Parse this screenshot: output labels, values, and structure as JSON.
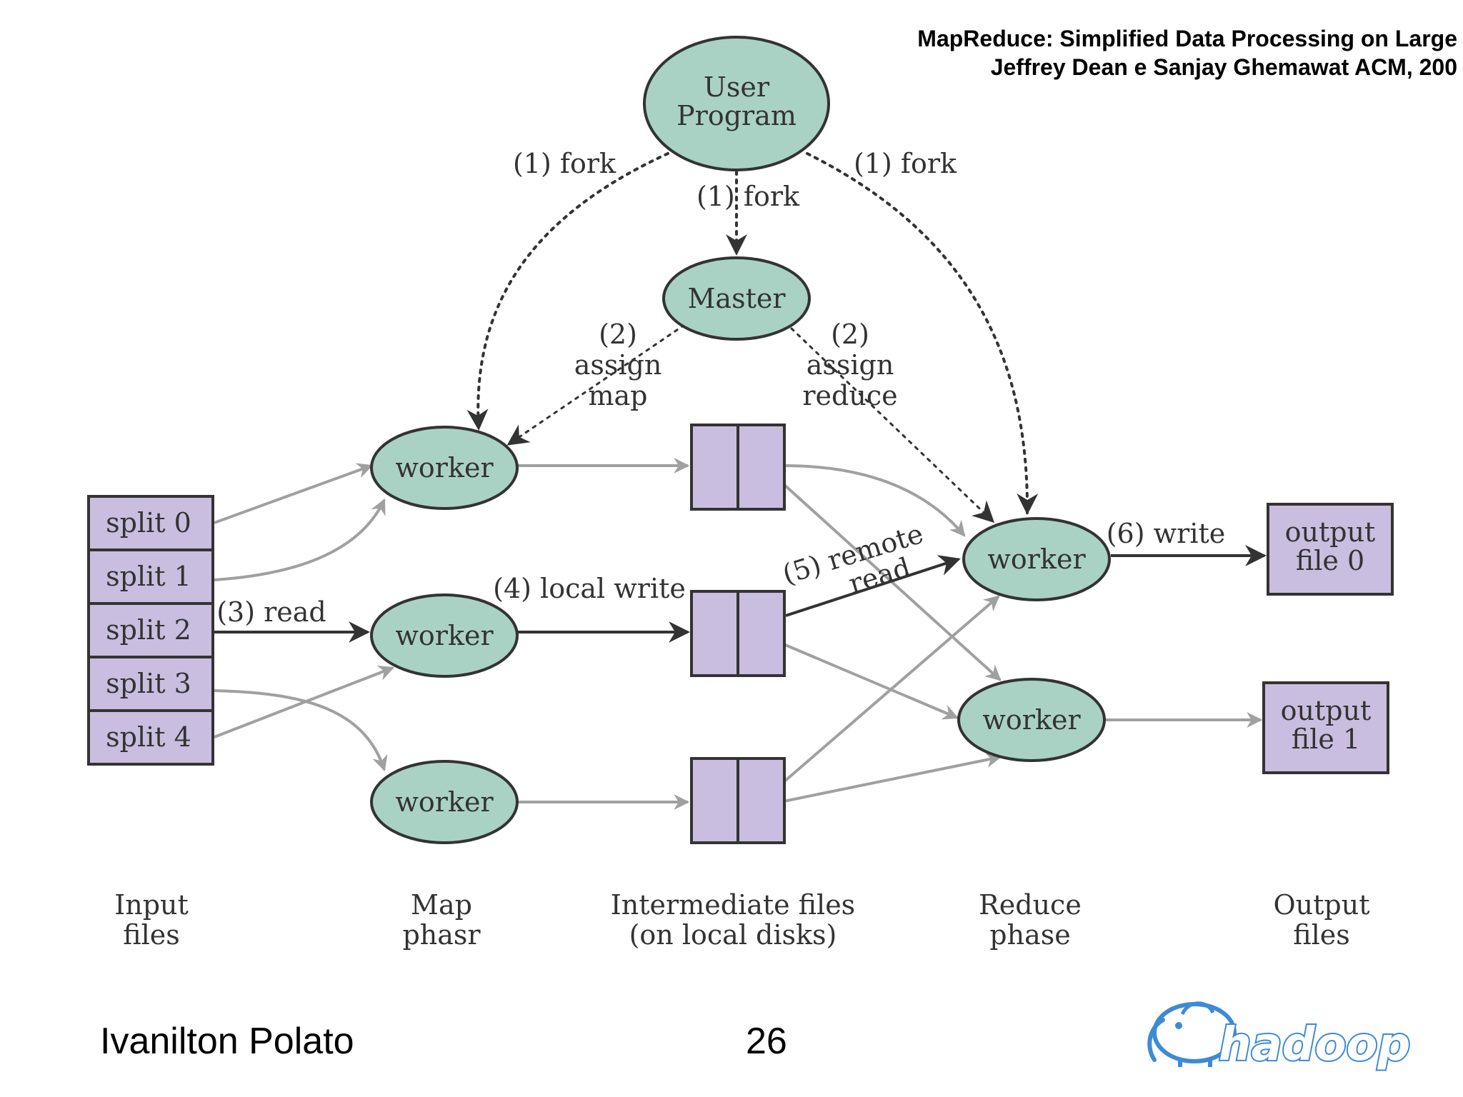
{
  "reference": {
    "line1": "MapReduce: Simplified Data Processing on Large",
    "line2": "Jeffrey Dean e Sanjay Ghemawat ACM, 200"
  },
  "footer": {
    "author": "Ivanilton Polato",
    "page": "26",
    "logo_text": "hadoop"
  },
  "diagram": {
    "user_program": [
      "User",
      "Program"
    ],
    "master": "Master",
    "worker_label": "worker",
    "splits": [
      "split 0",
      "split 1",
      "split 2",
      "split 3",
      "split 4"
    ],
    "outputs": [
      [
        "output",
        "file 0"
      ],
      [
        "output",
        "file 1"
      ]
    ],
    "edge_labels": {
      "fork_left": "(1) fork",
      "fork_center": "(1) fork",
      "fork_right": "(1) fork",
      "assign_map": [
        "(2)",
        "assign",
        "map"
      ],
      "assign_reduce": [
        "(2)",
        "assign",
        "reduce"
      ],
      "read": "(3) read",
      "local_write": "(4) local write",
      "remote_read": [
        "(5) remote",
        "read"
      ],
      "write": "(6) write"
    },
    "phases": {
      "input": [
        "Input",
        "files"
      ],
      "map": [
        "Map",
        "phasr"
      ],
      "intermediate": [
        "Intermediate files",
        "(on local disks)"
      ],
      "reduce": [
        "Reduce",
        "phase"
      ],
      "output": [
        "Output",
        "files"
      ]
    },
    "colors": {
      "node_fill": "#a9d2c4",
      "box_fill": "#c9bedf",
      "stroke": "#333333",
      "gray_edge": "#a0a0a0",
      "logo_blue": "#3d8ad6"
    }
  }
}
